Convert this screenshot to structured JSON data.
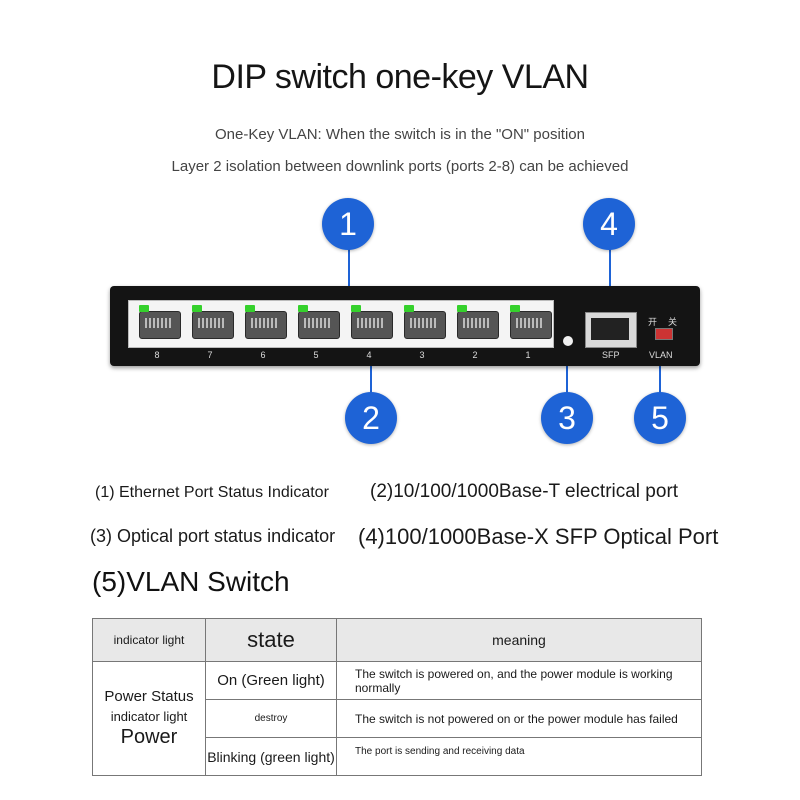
{
  "header": {
    "title": "DIP switch one-key VLAN",
    "subtitle_line1": "One-Key VLAN: When the switch is in the \"ON\" position",
    "subtitle_line2": "Layer 2 isolation between downlink ports (ports 2-8) can be achieved"
  },
  "callouts": [
    "1",
    "2",
    "3",
    "4",
    "5"
  ],
  "device": {
    "port_numbers": [
      "8",
      "7",
      "6",
      "5",
      "4",
      "3",
      "2",
      "1"
    ],
    "sfp_label": "SFP",
    "vlan_label": "VLAN",
    "dip_on_label": "开",
    "dip_off_label": "关",
    "led_color": "#35d12c",
    "callout_color": "#1e63d6"
  },
  "legend": {
    "item1": "(1) Ethernet Port Status Indicator",
    "item2": "(2)10/100/1000Base-T electrical port",
    "item3": "(3) Optical port status indicator",
    "item4": "(4)100/1000Base-X SFP Optical Port",
    "item5": "(5)VLAN Switch"
  },
  "table": {
    "headers": {
      "indicator": "indicator light",
      "state": "state",
      "meaning": "meaning"
    },
    "group_label_line1": "Power Status",
    "group_label_line2": "indicator light",
    "group_label_line3": "Power",
    "rows": [
      {
        "state": "On (Green light)",
        "meaning": "The switch is powered on, and the power module is working normally"
      },
      {
        "state": "destroy",
        "meaning": "The switch is not powered on or the power module has failed"
      },
      {
        "state": "Blinking (green light)",
        "meaning": "The port is sending and receiving data"
      }
    ]
  }
}
